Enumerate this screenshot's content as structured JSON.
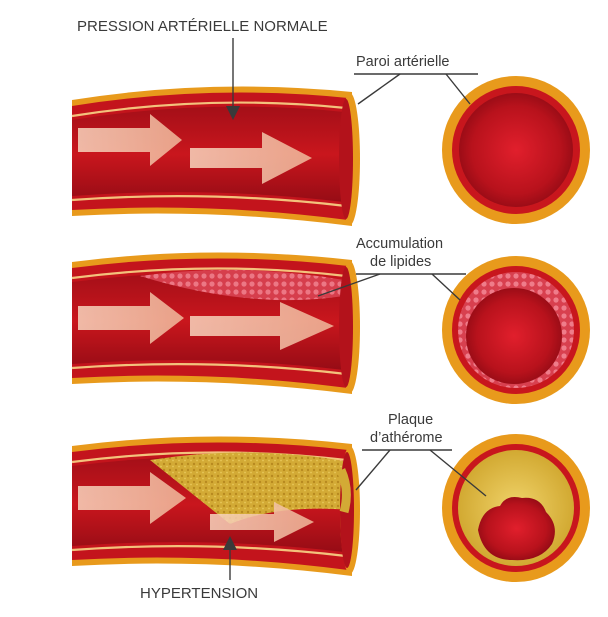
{
  "labels": {
    "normal_pressure": "PRESSION ARTÉRIELLE NORMALE",
    "arterial_wall": "Paroi artérielle",
    "lipid_accumulation_line1": "Accumulation",
    "lipid_accumulation_line2": "de lipides",
    "atheroma_plaque_line1": "Plaque",
    "atheroma_plaque_line2": "d’athérome",
    "hypertension": "HYPERTENSION"
  },
  "colors": {
    "vessel_outer": "#e8a01e",
    "vessel_wall": "#c8181c",
    "vessel_lumen": "#9e0d16",
    "vessel_highlight": "#f1c27a",
    "flow_arrow": "#f2c4a8",
    "lipid": "#e35a6b",
    "plaque": "#d9b43a",
    "text": "#3a3a3a"
  }
}
